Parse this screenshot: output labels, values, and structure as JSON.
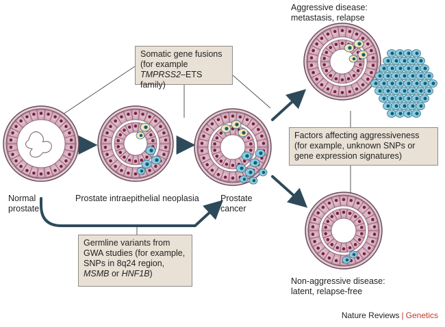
{
  "labels": {
    "normal": [
      "Normal",
      "prostate"
    ],
    "pin": "Prostate intraepithelial neoplasia",
    "cancer": [
      "Prostate",
      "cancer"
    ],
    "aggressive": [
      "Aggressive disease:",
      "metastasis, relapse"
    ],
    "nonaggressive": [
      "Non-aggressive disease:",
      "latent, relapse-free"
    ]
  },
  "boxes": {
    "somatic": {
      "line1": "Somatic gene fusions",
      "line2": "(for example",
      "line3_italic": "TMPRSS2",
      "line3_rest": "–ETS family)"
    },
    "factors": {
      "line1": "Factors affecting aggressiveness",
      "line2": "(for example, unknown SNPs or",
      "line3": "gene expression signatures)"
    },
    "germline": {
      "line1": "Germline variants from",
      "line2": "GWA studies (for example,",
      "line3": "SNPs in 8q24 region,",
      "line4_italic_a": "MSMB",
      "line4_mid": " or ",
      "line4_italic_b": "HNF1B",
      "line4_end": ")"
    }
  },
  "footer": {
    "publisher": "Nature Reviews",
    "separator": "|",
    "journal": "Genetics"
  },
  "colors": {
    "cell_pink": "#d4a7b8",
    "cell_outline": "#8a5a6e",
    "nucleus": "#7a1f3f",
    "ring": "#6a4a58",
    "lumen": "#ffffff",
    "tumor_blue": "#8ccbe0",
    "tumor_nucleus": "#0f5f78",
    "pin_yellow": "#f6e3b2",
    "box_fill": "#e9e1d6",
    "arrow": "#2e4a5a",
    "accent_red": "#c0392b"
  }
}
